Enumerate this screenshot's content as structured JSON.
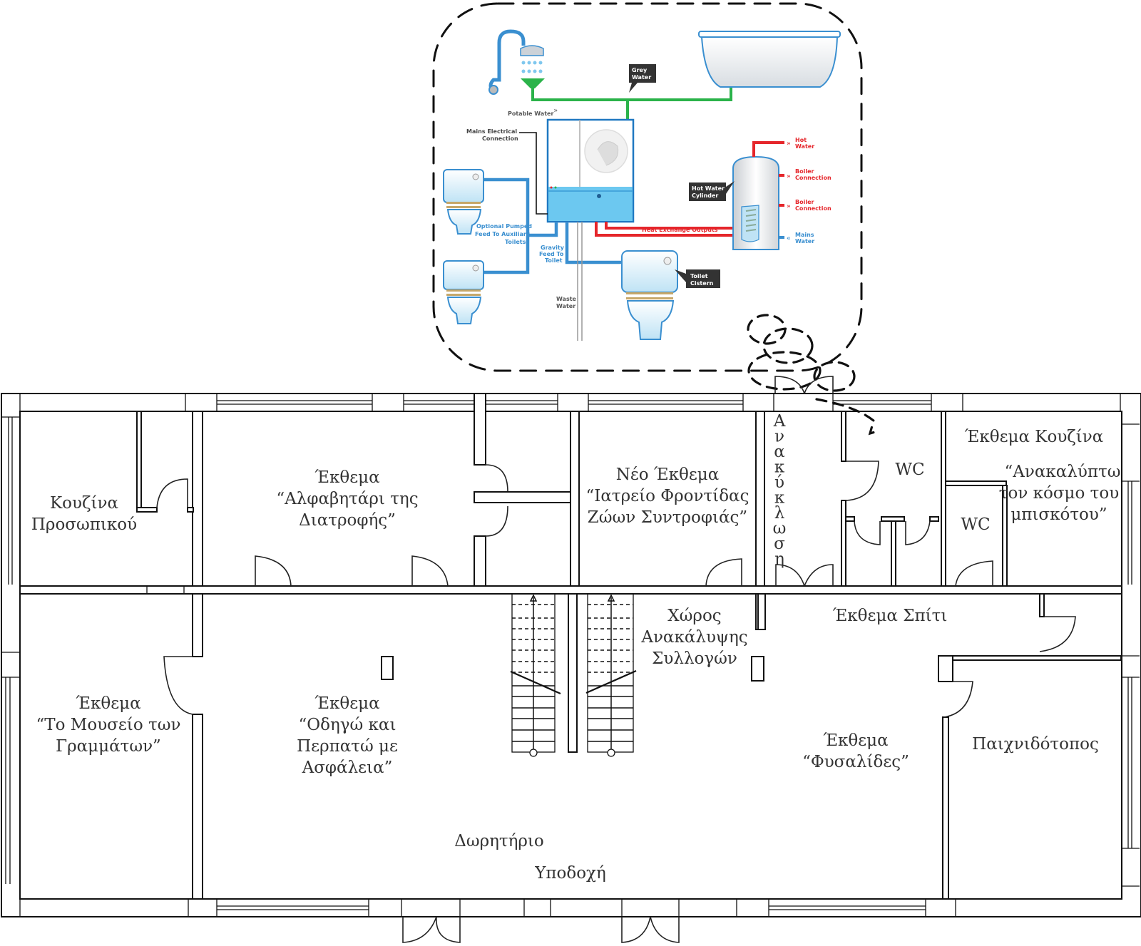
{
  "title": "Museum floor plan with greywater recycling system inset",
  "inset": {
    "labels": {
      "grey_water": [
        "Grey",
        "Water"
      ],
      "potable_water": "Potable Water",
      "mains_electrical": [
        "Mains Electrical",
        "Connection"
      ],
      "optional_pumped": [
        "Optional Pumped",
        "Feed To Auxiliary",
        "Toilets"
      ],
      "gravity_feed": [
        "Gravity",
        "Feed To",
        "Toilet"
      ],
      "waste_water": [
        "Waste",
        "Water"
      ],
      "heat_exchange": "Heat Exchange Outputs",
      "hot_water_cylinder": [
        "Hot Water",
        "Cylinder"
      ],
      "toilet_cistern": [
        "Toilet",
        "Cistern"
      ],
      "hot_water": [
        "Hot",
        "Water"
      ],
      "boiler_connection_1": [
        "Boiler",
        "Connection"
      ],
      "boiler_connection_2": [
        "Boiler",
        "Connection"
      ],
      "mains_water": [
        "Mains",
        "Water"
      ]
    },
    "colors": {
      "grey_water": "#2bb34a",
      "potable": "#3a8fd0",
      "hot": "#e5262b",
      "unit": "#6cc8f0",
      "label_bg": "#333333"
    }
  },
  "rooms": {
    "staff_kitchen": [
      "Κουζίνα",
      "Προσωπικού"
    ],
    "alphabet": [
      "Έκθεμα",
      "“Αλφαβητάρι της",
      "Διατροφής”"
    ],
    "pet_clinic": [
      "Νέο Έκθεμα",
      "“Ιατρείο Φροντίδας",
      "Ζώων Συντροφιάς”"
    ],
    "recycling": [
      "Α",
      "ν",
      "α",
      "κ",
      "ύ",
      "κ",
      "λ",
      "ω",
      "σ",
      "η"
    ],
    "wc_1": "WC",
    "wc_2": "WC",
    "kitchen_exhibit_title": "Έκθεμα Κουζίνα",
    "kitchen_exhibit": [
      "“Ανακαλύπτω",
      "τον κόσμο του",
      "μπισκότου”"
    ],
    "letters_museum": [
      "Έκθεμα",
      "“Το Μουσείο των",
      "Γραμμάτων”"
    ],
    "safe_walk": [
      "Έκθεμα",
      "“Οδηγώ και",
      "Περπατώ με",
      "Ασφάλεια”"
    ],
    "collections": [
      "Χώρος",
      "Ανακάλυψης",
      "Συλλογών"
    ],
    "house": "Έκθεμα Σπίτι",
    "bubbles": [
      "Έκθεμα",
      "“Φυσαλίδες”"
    ],
    "playground": "Παιχνιδότοπος",
    "gift_shop": "Δωρητήριο",
    "reception": "Υποδοχή"
  }
}
